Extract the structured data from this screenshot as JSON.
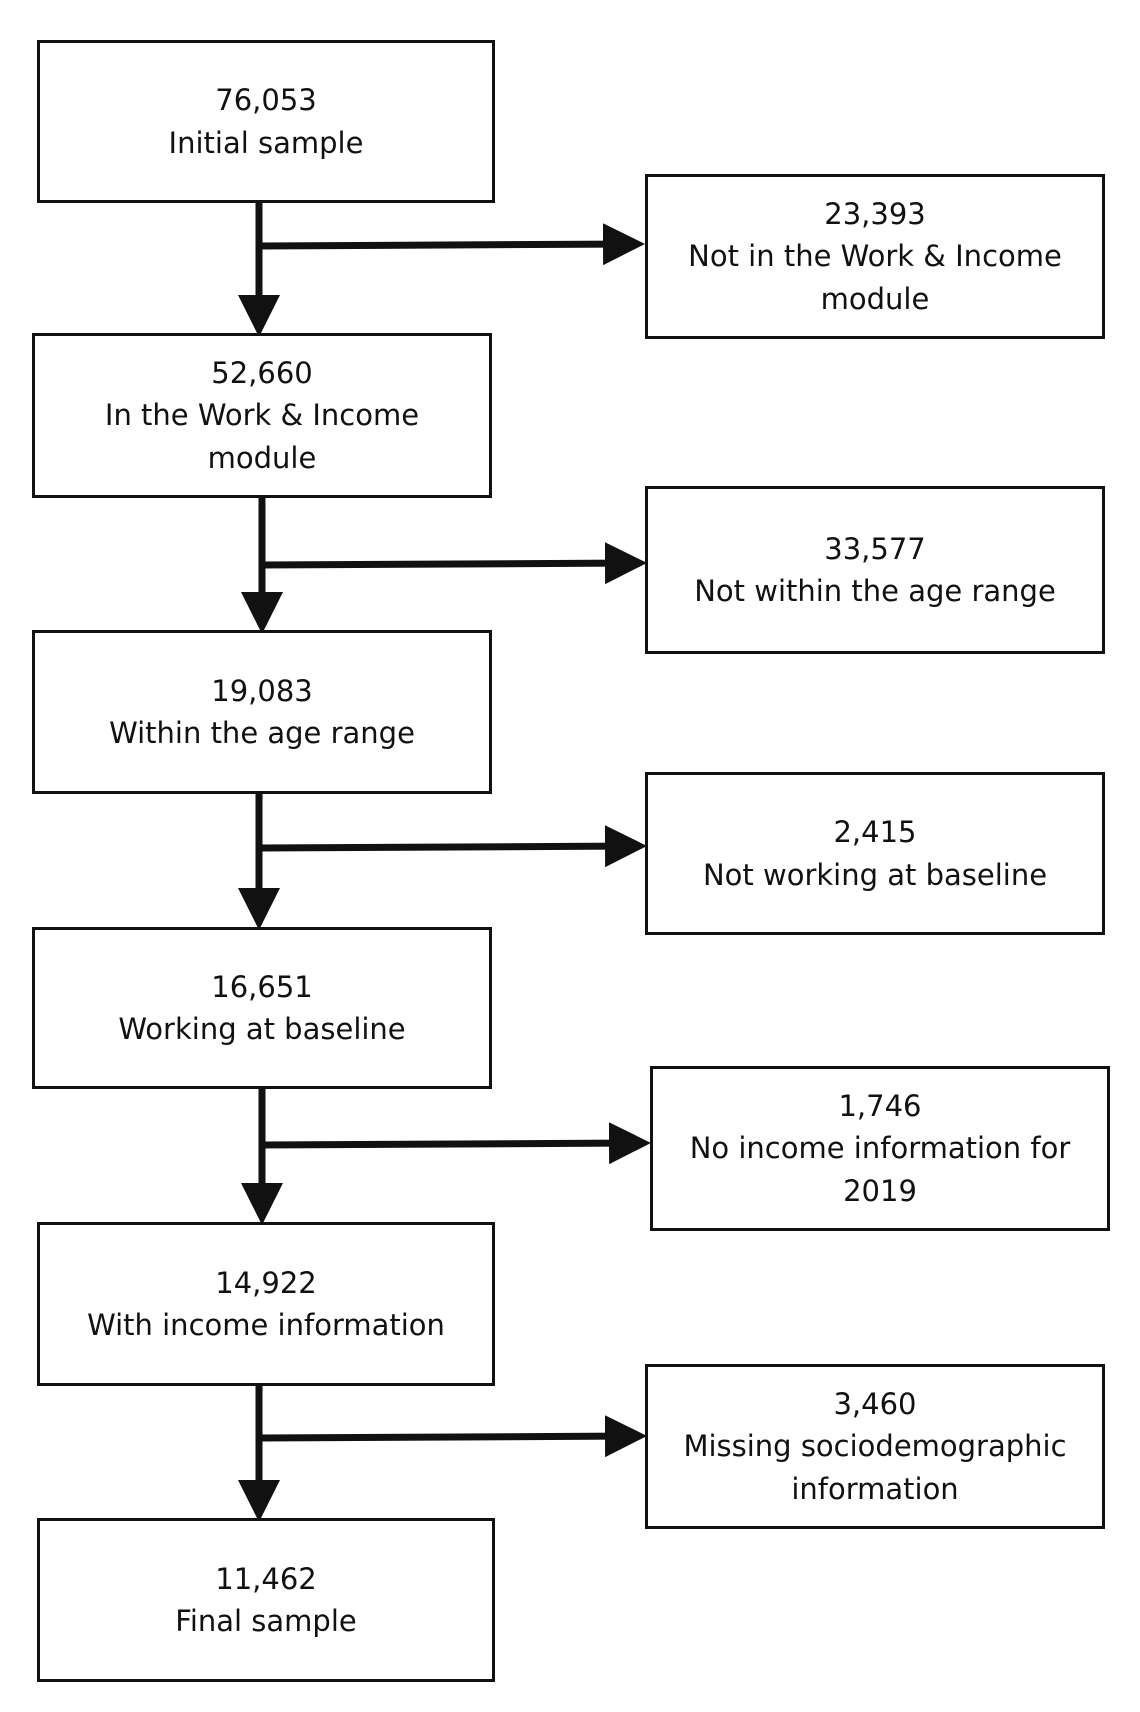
{
  "flow": {
    "stages": [
      {
        "count": "76,053",
        "label": "Initial sample"
      },
      {
        "count": "52,660",
        "label": "In the Work & Income module"
      },
      {
        "count": "19,083",
        "label": "Within the age range"
      },
      {
        "count": "16,651",
        "label": "Working at baseline"
      },
      {
        "count": "14,922",
        "label": "With income information"
      },
      {
        "count": "11,462",
        "label": "Final sample"
      }
    ],
    "exclusions": [
      {
        "count": "23,393",
        "label": "Not in the Work & Income module"
      },
      {
        "count": "33,577",
        "label": "Not within the age range"
      },
      {
        "count": "2,415",
        "label": "Not working at baseline"
      },
      {
        "count": "1,746",
        "label": "No income information for 2019"
      },
      {
        "count": "3,460",
        "label": "Missing sociodemographic information"
      }
    ]
  }
}
